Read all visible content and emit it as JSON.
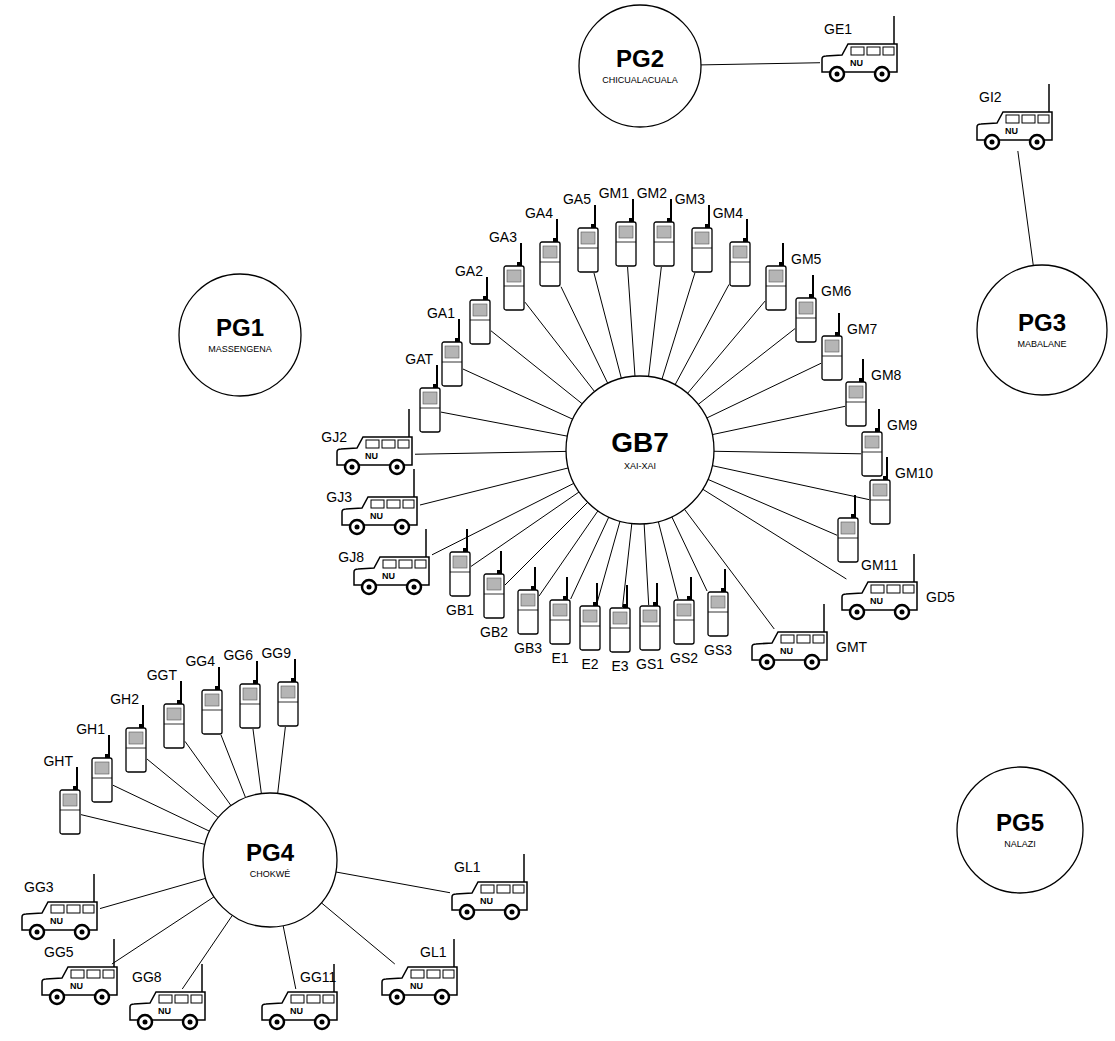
{
  "diagram": {
    "nodes": [
      {
        "text": [
          "PG2",
          "CHICUALACUALA"
        ]
      },
      {
        "text": [
          "GE1",
          "NU"
        ]
      },
      {
        "text": [
          "PG1",
          "MASSENGENA"
        ]
      },
      {
        "text": [
          "PG3",
          "MABALANE"
        ]
      },
      {
        "text": [
          "GI2",
          "NU"
        ]
      },
      {
        "text": [
          "GB7",
          "XAI-XAI"
        ]
      },
      {
        "text": [
          "GJ8",
          "NU"
        ]
      },
      {
        "text": [
          "GJ3",
          "NU"
        ]
      },
      {
        "text": [
          "GJ2",
          "NU"
        ]
      },
      {
        "text": [
          "GAT"
        ]
      },
      {
        "text": [
          "GA1"
        ]
      },
      {
        "text": [
          "GA2"
        ]
      },
      {
        "text": [
          "GA3"
        ]
      },
      {
        "text": [
          "GA4"
        ]
      },
      {
        "text": [
          "GA5"
        ]
      },
      {
        "text": [
          "GM1"
        ]
      },
      {
        "text": [
          "GM2"
        ]
      },
      {
        "text": [
          "GM3"
        ]
      },
      {
        "text": [
          "GM4"
        ]
      },
      {
        "text": [
          "GM5"
        ]
      },
      {
        "text": [
          "GM6"
        ]
      },
      {
        "text": [
          "GM7"
        ]
      },
      {
        "text": [
          "GM8"
        ]
      },
      {
        "text": [
          "GM9"
        ]
      },
      {
        "text": [
          "GM10"
        ]
      },
      {
        "text": [
          "GM11"
        ]
      },
      {
        "text": [
          "GD5",
          "NU"
        ]
      },
      {
        "text": [
          "GMT",
          "NU"
        ]
      },
      {
        "text": [
          "GS3"
        ]
      },
      {
        "text": [
          "GS2"
        ]
      },
      {
        "text": [
          "GS1"
        ]
      },
      {
        "text": [
          "E3"
        ]
      },
      {
        "text": [
          "E2"
        ]
      },
      {
        "text": [
          "E1"
        ]
      },
      {
        "text": [
          "GB3"
        ]
      },
      {
        "text": [
          "GB2"
        ]
      },
      {
        "text": [
          "GB1"
        ]
      },
      {
        "text": [
          "PG4",
          "CHOKWÉ"
        ]
      },
      {
        "text": [
          "GHT"
        ]
      },
      {
        "text": [
          "GH1"
        ]
      },
      {
        "text": [
          "GH2"
        ]
      },
      {
        "text": [
          "GGT"
        ]
      },
      {
        "text": [
          "GG4"
        ]
      },
      {
        "text": [
          "GG6"
        ]
      },
      {
        "text": [
          "GG9"
        ]
      },
      {
        "text": [
          "GL1",
          "NU"
        ]
      },
      {
        "text": [
          "GL1",
          "NU"
        ]
      },
      {
        "text": [
          "GG11",
          "NU"
        ]
      },
      {
        "text": [
          "GG8",
          "NU"
        ]
      },
      {
        "text": [
          "GG5",
          "NU"
        ]
      },
      {
        "text": [
          "GG3",
          "NU"
        ]
      },
      {
        "text": [
          "PG5",
          "NALAZI"
        ]
      }
    ],
    "edges": [
      {
        "from": 0,
        "to": 1,
        "arrow": "none"
      },
      {
        "from": 3,
        "to": 4,
        "arrow": "none"
      },
      {
        "from": 5,
        "to": 6,
        "arrow": "none"
      },
      {
        "from": 5,
        "to": 7,
        "arrow": "none"
      },
      {
        "from": 5,
        "to": 8,
        "arrow": "none"
      },
      {
        "from": 5,
        "to": 9,
        "arrow": "none"
      },
      {
        "from": 5,
        "to": 10,
        "arrow": "none"
      },
      {
        "from": 5,
        "to": 11,
        "arrow": "none"
      },
      {
        "from": 5,
        "to": 12,
        "arrow": "none"
      },
      {
        "from": 5,
        "to": 13,
        "arrow": "none"
      },
      {
        "from": 5,
        "to": 14,
        "arrow": "none"
      },
      {
        "from": 5,
        "to": 15,
        "arrow": "none"
      },
      {
        "from": 5,
        "to": 16,
        "arrow": "none"
      },
      {
        "from": 5,
        "to": 17,
        "arrow": "none"
      },
      {
        "from": 5,
        "to": 18,
        "arrow": "none"
      },
      {
        "from": 5,
        "to": 19,
        "arrow": "none"
      },
      {
        "from": 5,
        "to": 20,
        "arrow": "none"
      },
      {
        "from": 5,
        "to": 21,
        "arrow": "none"
      },
      {
        "from": 5,
        "to": 22,
        "arrow": "none"
      },
      {
        "from": 5,
        "to": 23,
        "arrow": "none"
      },
      {
        "from": 5,
        "to": 24,
        "arrow": "none"
      },
      {
        "from": 5,
        "to": 25,
        "arrow": "none"
      },
      {
        "from": 5,
        "to": 26,
        "arrow": "none"
      },
      {
        "from": 5,
        "to": 27,
        "arrow": "none"
      },
      {
        "from": 5,
        "to": 28,
        "arrow": "none"
      },
      {
        "from": 5,
        "to": 29,
        "arrow": "none"
      },
      {
        "from": 5,
        "to": 30,
        "arrow": "none"
      },
      {
        "from": 5,
        "to": 31,
        "arrow": "none"
      },
      {
        "from": 5,
        "to": 32,
        "arrow": "none"
      },
      {
        "from": 5,
        "to": 33,
        "arrow": "none"
      },
      {
        "from": 5,
        "to": 34,
        "arrow": "none"
      },
      {
        "from": 5,
        "to": 35,
        "arrow": "none"
      },
      {
        "from": 5,
        "to": 36,
        "arrow": "none"
      },
      {
        "from": 37,
        "to": 38,
        "arrow": "none"
      },
      {
        "from": 37,
        "to": 39,
        "arrow": "none"
      },
      {
        "from": 37,
        "to": 40,
        "arrow": "none"
      },
      {
        "from": 37,
        "to": 41,
        "arrow": "none"
      },
      {
        "from": 37,
        "to": 42,
        "arrow": "none"
      },
      {
        "from": 37,
        "to": 43,
        "arrow": "none"
      },
      {
        "from": 37,
        "to": 44,
        "arrow": "none"
      },
      {
        "from": 37,
        "to": 45,
        "arrow": "none"
      },
      {
        "from": 37,
        "to": 46,
        "arrow": "none"
      },
      {
        "from": 37,
        "to": 47,
        "arrow": "none"
      },
      {
        "from": 37,
        "to": 48,
        "arrow": "none"
      },
      {
        "from": 37,
        "to": 49,
        "arrow": "none"
      },
      {
        "from": 37,
        "to": 50,
        "arrow": "none"
      }
    ]
  }
}
